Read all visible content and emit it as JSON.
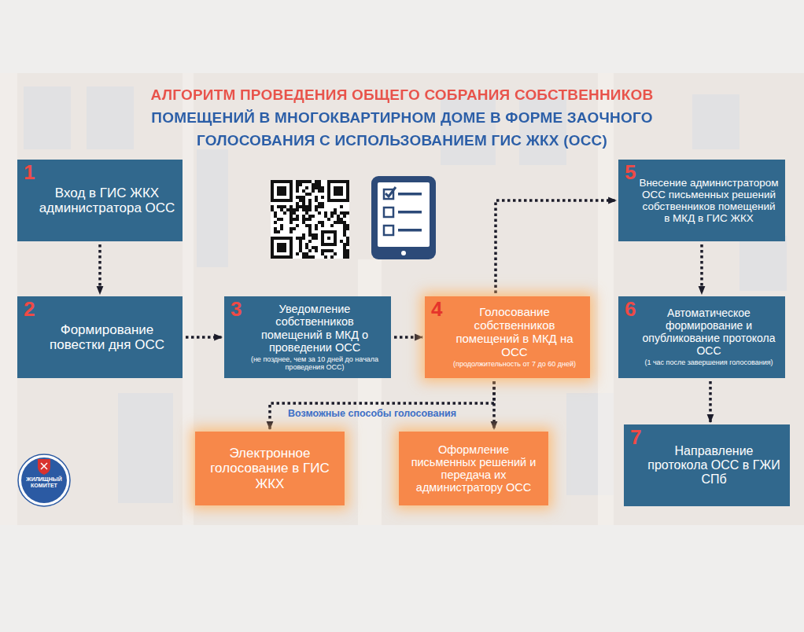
{
  "diagram": {
    "title": "АЛГОРИТМ ПРОВЕДЕНИЯ ОБЩЕГО СОБРАНИЯ СОБСТВЕННИКОВ ПОМЕЩЕНИЙ В МНОГОКВАРТИРНОМ ДОМЕ В ФОРМЕ ЗАОЧНОГО ГОЛОСОВАНИЯ С ИСПОЛЬЗОВАНИЕМ ГИС ЖКХ (ОСС)",
    "nodes": [
      {
        "text": [
          "1",
          "Вход в ГИС ЖКХ администратора ОСС"
        ]
      },
      {
        "text": [
          "2",
          "Формирование повестки дня ОСС"
        ]
      },
      {
        "text": [
          "3",
          "Уведомление собственников помещений в МКД о проведении ОСС",
          "(не позднее, чем за 10 дней до начала проведения ОСС)"
        ]
      },
      {
        "text": [
          "4",
          "Голосование собственников помещений в МКД на ОСС",
          "(продолжительность от 7 до 60 дней)"
        ]
      },
      {
        "text": [
          "Электронное голосование в ГИС ЖКХ"
        ]
      },
      {
        "text": [
          "Оформление письменных решений и передача их администратору ОСС"
        ]
      },
      {
        "text": [
          "5",
          "Внесение администратором ОСС письменных решений собственников помещений в МКД в ГИС ЖКХ"
        ]
      },
      {
        "text": [
          "6",
          "Автоматическое формирование и опубликование протокола ОСС",
          "(1 час после завершения голосования)"
        ]
      },
      {
        "text": [
          "7",
          "Направление протокола ОСС в ГЖИ СПб"
        ]
      }
    ],
    "edges": [
      {
        "from": 0,
        "to": 1,
        "arrow": "to"
      },
      {
        "from": 1,
        "to": 2,
        "arrow": "to"
      },
      {
        "from": 2,
        "to": 3,
        "arrow": "to"
      },
      {
        "from": 3,
        "to": 6,
        "arrow": "to"
      },
      {
        "from": 3,
        "to": 4,
        "arrow": "to"
      },
      {
        "from": 3,
        "to": 5,
        "arrow": "to"
      },
      {
        "from": 6,
        "to": 7,
        "arrow": "to"
      },
      {
        "from": 7,
        "to": 8,
        "arrow": "to"
      }
    ],
    "labels": [
      "Возможные способы голосования",
      "ЖИЛИЩНЫЙ КОМИТЕТ"
    ]
  }
}
